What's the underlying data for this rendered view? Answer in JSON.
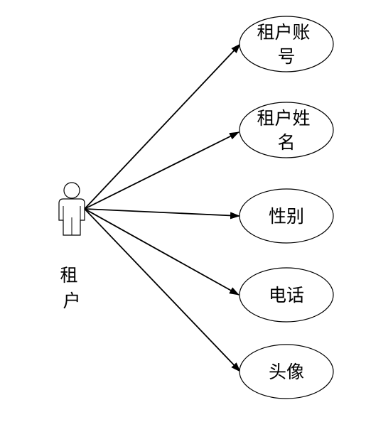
{
  "actor": {
    "name_lines": [
      "租",
      "户"
    ],
    "icon": "person-icon"
  },
  "attributes": [
    {
      "lines": [
        "租户账",
        "号"
      ]
    },
    {
      "lines": [
        "租户姓",
        "名"
      ]
    },
    {
      "lines": [
        "性别"
      ]
    },
    {
      "lines": [
        "电话"
      ]
    },
    {
      "lines": [
        "头像"
      ]
    }
  ],
  "colors": {
    "stroke": "#000000",
    "background": "#ffffff"
  }
}
